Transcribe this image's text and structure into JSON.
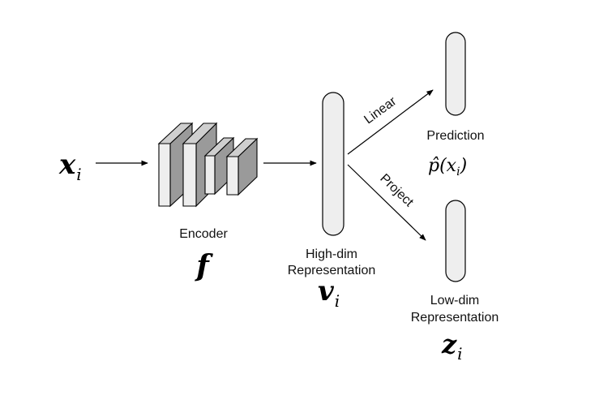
{
  "input": {
    "symbol": "x",
    "subscript": "i"
  },
  "encoder": {
    "label": "Encoder",
    "symbol": "f"
  },
  "high_dim": {
    "label_line1": "High-dim",
    "label_line2": "Representation",
    "symbol": "v",
    "subscript": "i"
  },
  "branches": {
    "upper_label": "Linear",
    "lower_label": "Project"
  },
  "prediction": {
    "label": "Prediction",
    "symbol_pre": "p̂(",
    "symbol": "x",
    "subscript": "i",
    "symbol_post": ")"
  },
  "low_dim": {
    "label_line1": "Low-dim",
    "label_line2": "Representation",
    "symbol": "z",
    "subscript": "i"
  }
}
